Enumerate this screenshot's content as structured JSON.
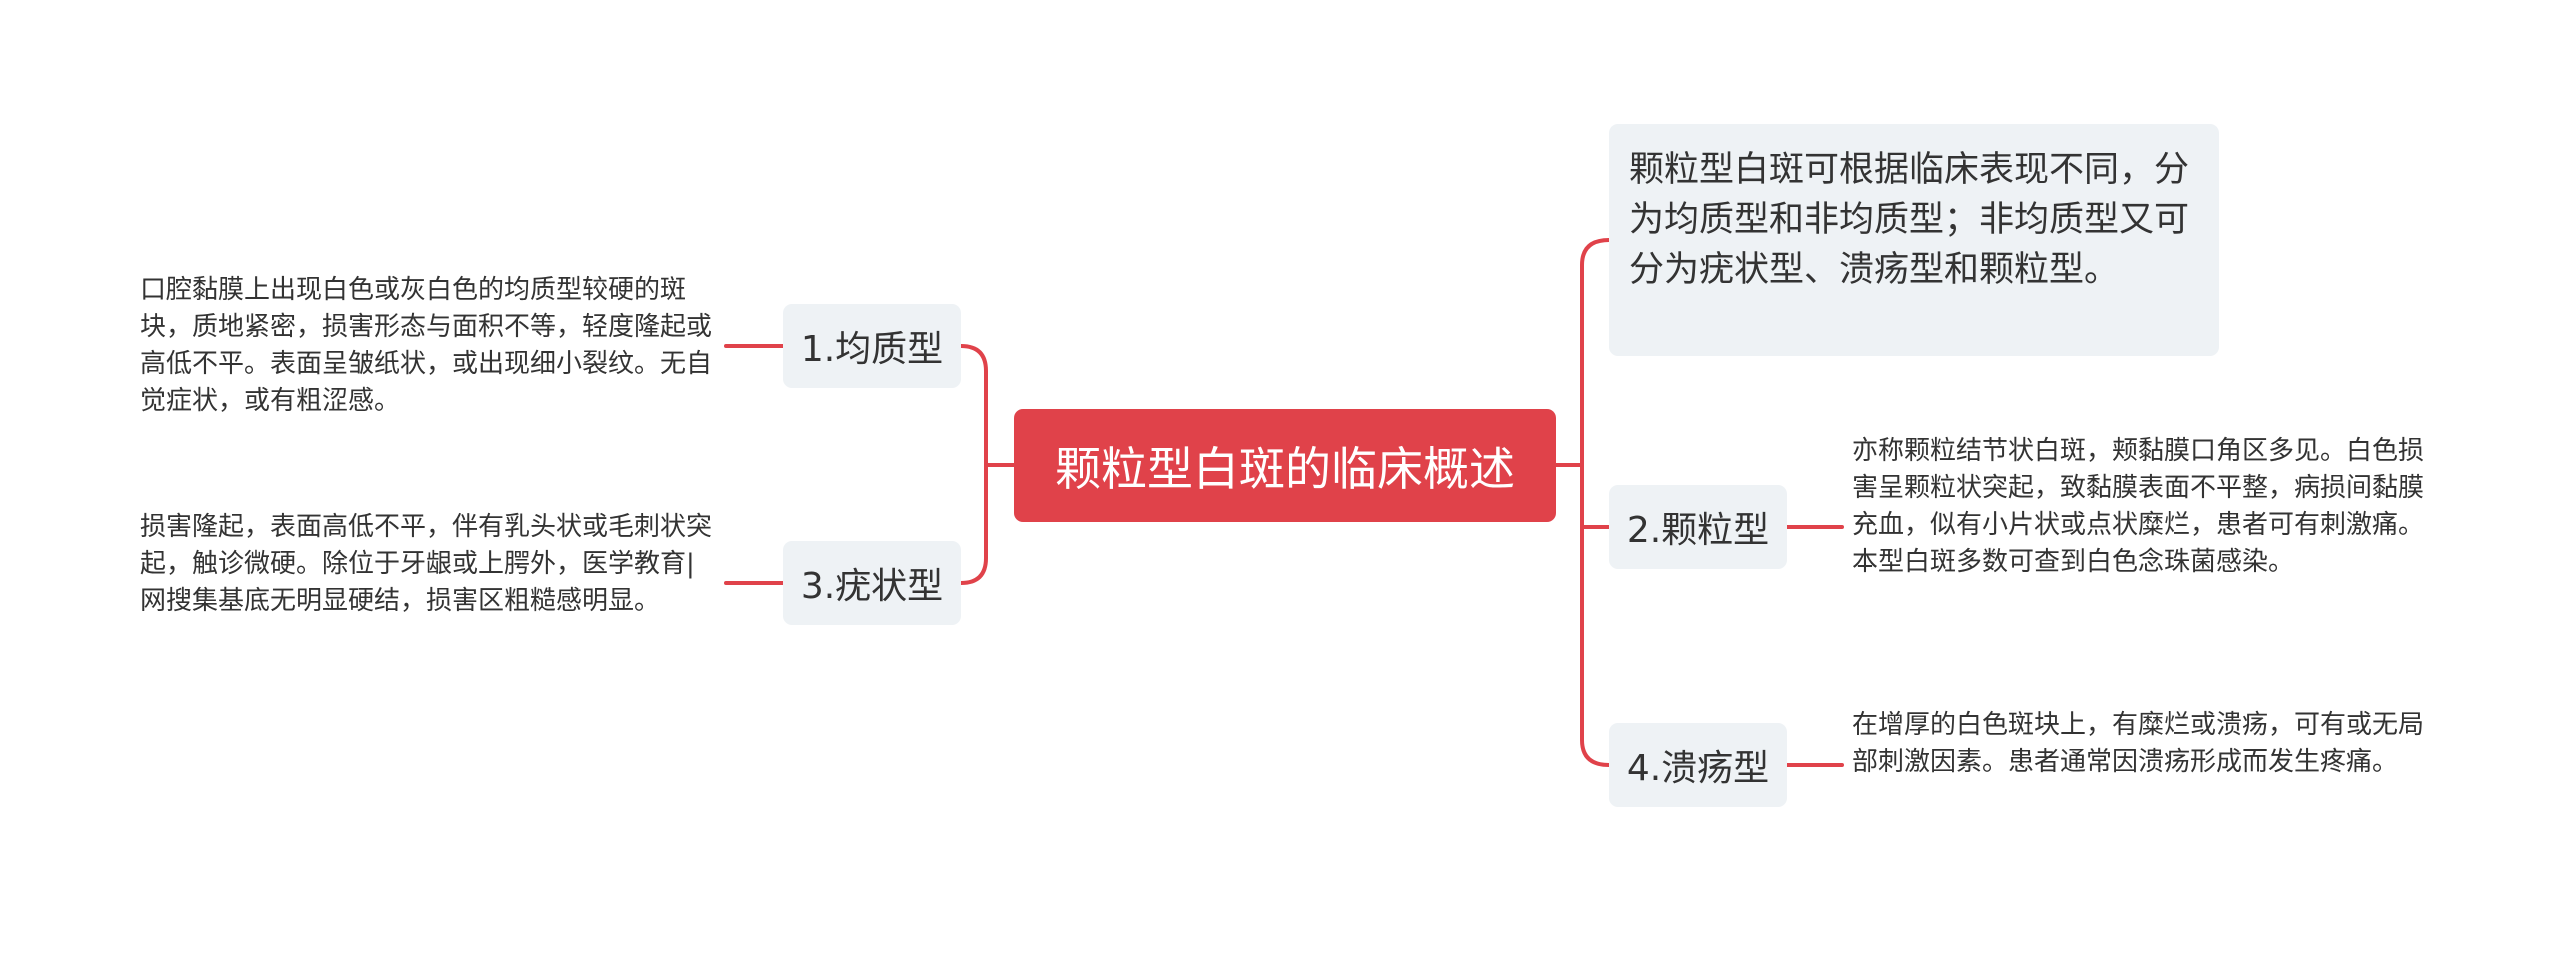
{
  "central": {
    "label": "颗粒型白斑的临床概述"
  },
  "summary": {
    "text": "颗粒型白斑可根据临床表现不同，分为均质型和非均质型；非均质型又可分为疣状型、溃疡型和颗粒型。"
  },
  "branches": [
    {
      "label": "1.均质型",
      "detail": "口腔黏膜上出现白色或灰白色的均质型较硬的斑块，质地紧密，损害形态与面积不等，轻度隆起或高低不平。表面呈皱纸状，或出现细小裂纹。无自觉症状，或有粗涩感。"
    },
    {
      "label": "2.颗粒型",
      "detail": "亦称颗粒结节状白斑，颊黏膜口角区多见。白色损害呈颗粒状突起，致黏膜表面不平整，病损间黏膜充血，似有小片状或点状糜烂，患者可有刺激痛。本型白斑多数可查到白色念珠菌感染。"
    },
    {
      "label": "3.疣状型",
      "detail": "损害隆起，表面高低不平，伴有乳头状或毛刺状突起，触诊微硬。除位于牙龈或上腭外，医学教育|网搜集基底无明显硬结，损害区粗糙感明显。"
    },
    {
      "label": "4.溃疡型",
      "detail": "在增厚的白色斑块上，有糜烂或溃疡，可有或无局部刺激因素。患者通常因溃疡形成而发生疼痛。"
    }
  ],
  "colors": {
    "accent": "#e0424a",
    "node_fill": "#eef2f5",
    "text": "#333333"
  }
}
